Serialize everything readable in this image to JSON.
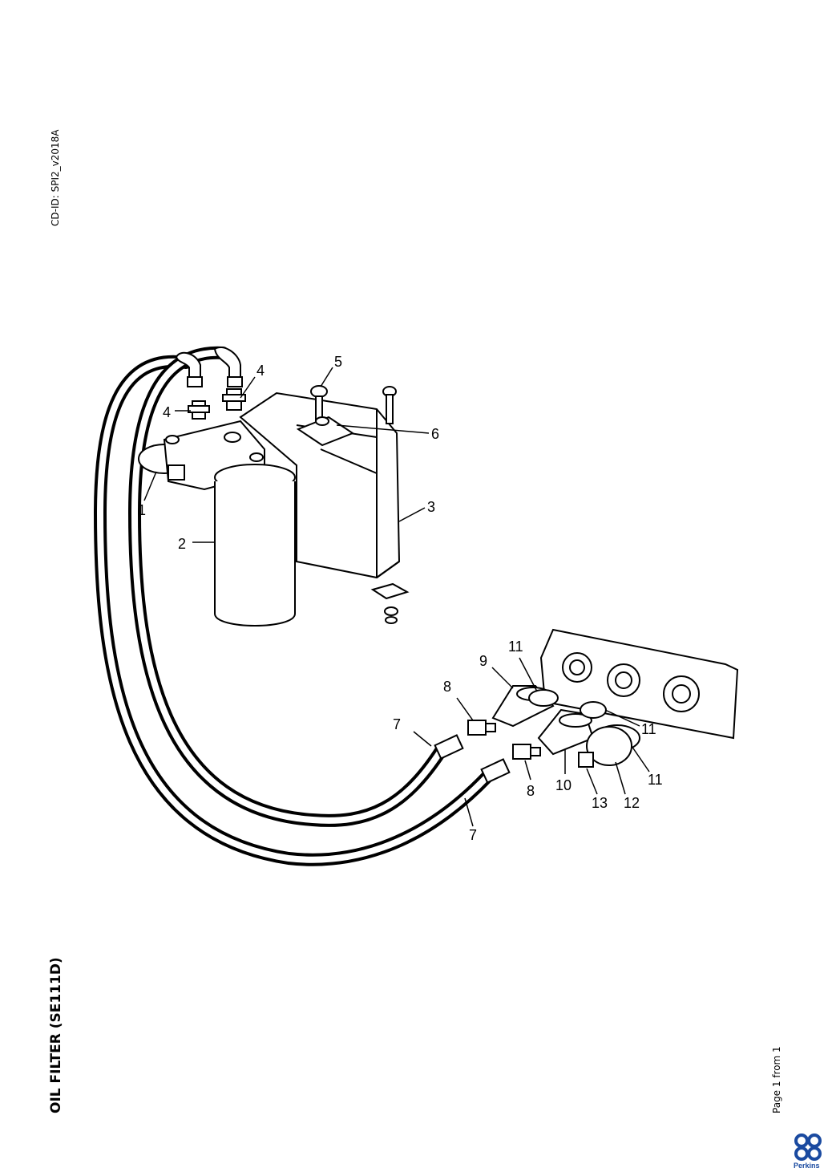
{
  "header": {
    "cd_id": "CD-ID: SPI2_v2018A"
  },
  "document": {
    "title": "OIL FILTER (SE111D)",
    "page_info": "Page 1 from 1"
  },
  "brand": {
    "name": "Perkins",
    "color": "#1a4aa0",
    "icon": "perkins-logo-icon"
  },
  "callouts": [
    "1",
    "2",
    "3",
    "4",
    "4",
    "5",
    "6",
    "7",
    "7",
    "8",
    "8",
    "9",
    "10",
    "11",
    "11",
    "11",
    "12",
    "13"
  ]
}
